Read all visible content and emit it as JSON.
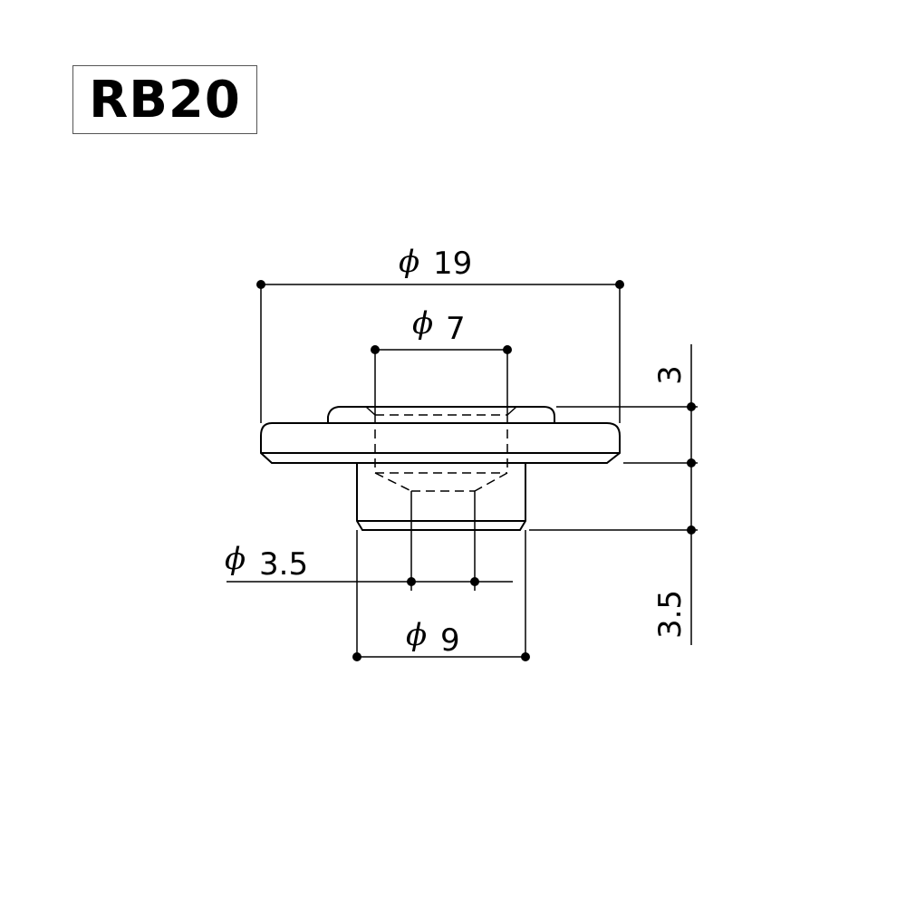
{
  "title": "RB20",
  "dimensions": {
    "outer_diameter": {
      "symbol": "ϕ",
      "value": "19"
    },
    "top_diameter": {
      "symbol": "ϕ",
      "value": "7"
    },
    "hole_diameter": {
      "symbol": "ϕ",
      "value": "3.5"
    },
    "bottom_diameter": {
      "symbol": "ϕ",
      "value": "9"
    },
    "top_height": "3",
    "bottom_height": "3.5"
  },
  "colors": {
    "line": "#000000",
    "background": "#ffffff"
  }
}
